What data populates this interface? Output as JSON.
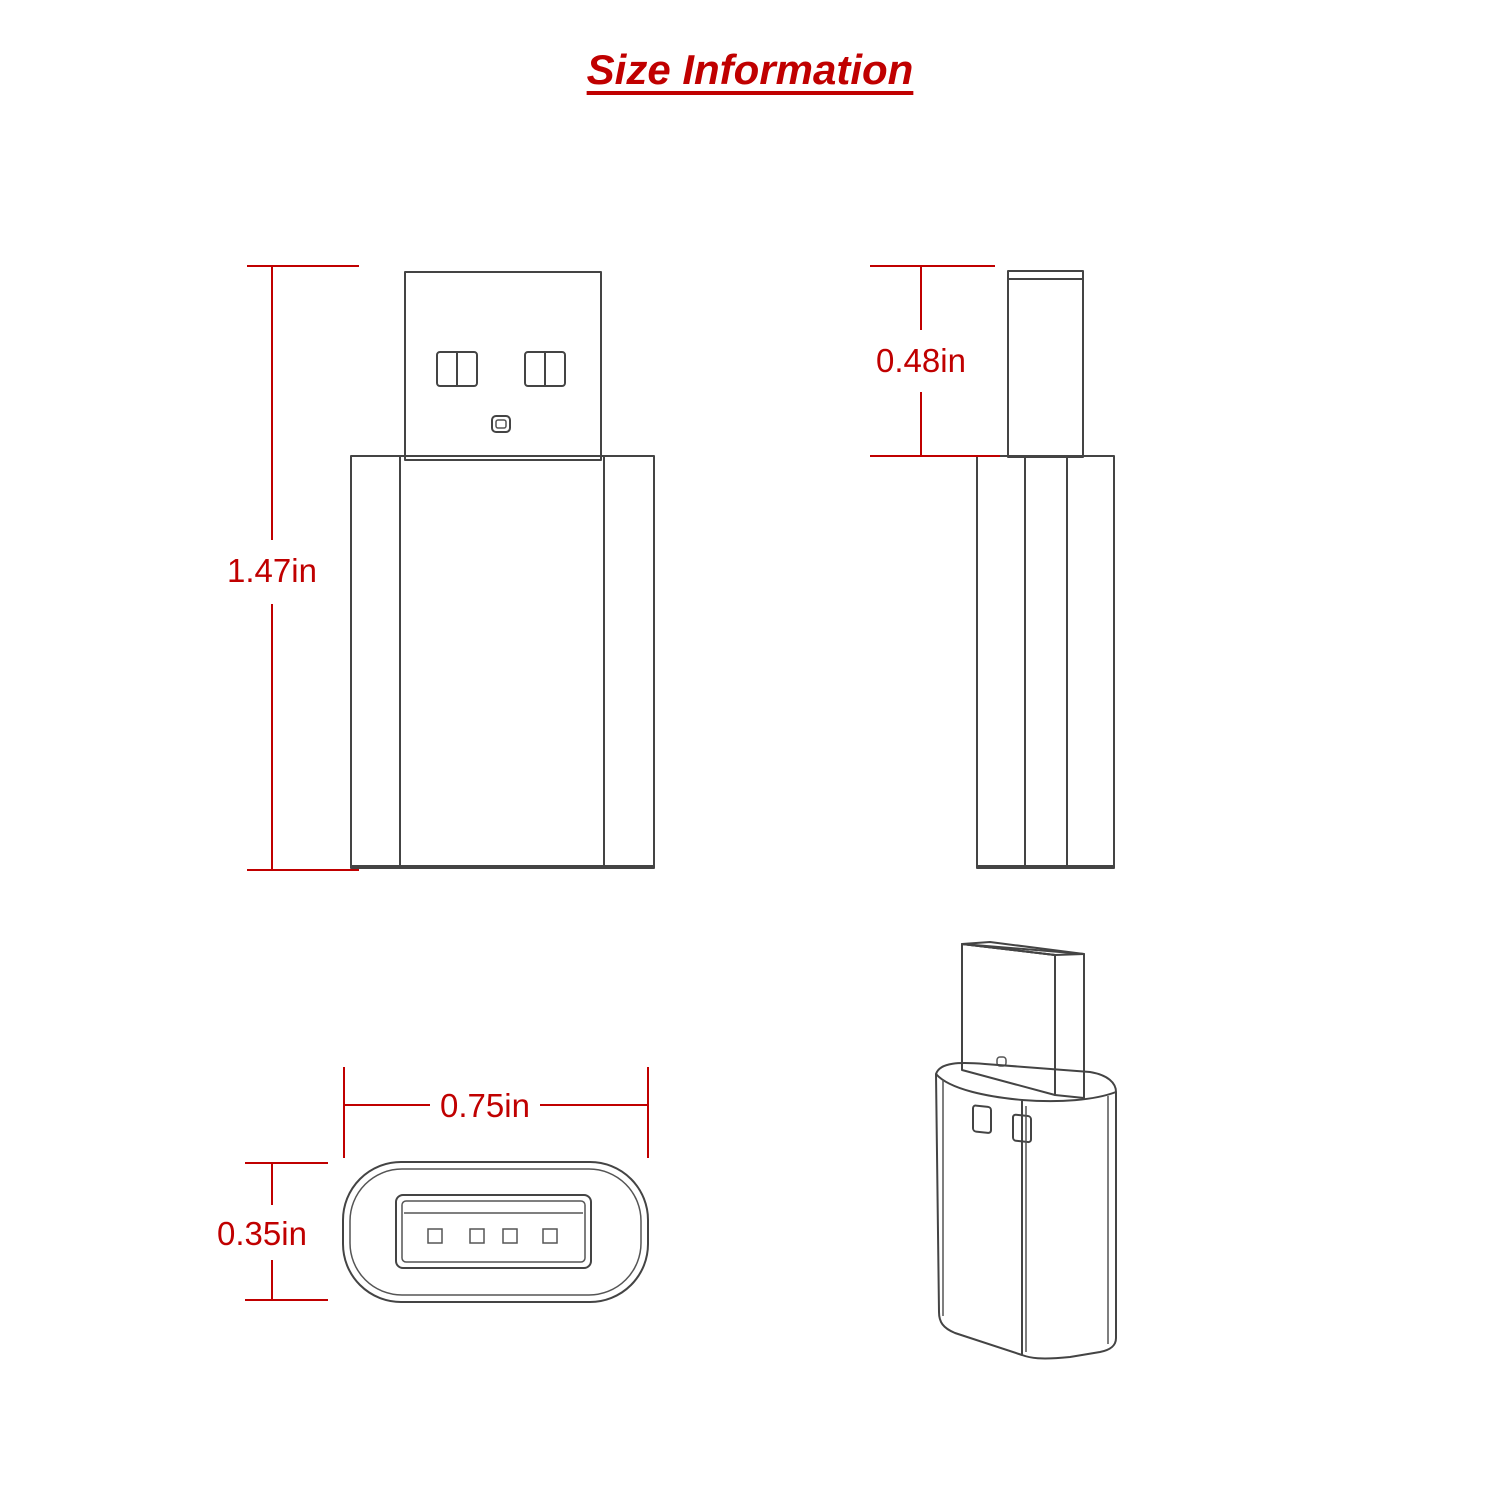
{
  "title": "Size Information",
  "colors": {
    "accent": "#c00000",
    "outline": "#444444"
  },
  "dimensions": {
    "total_length": "1.47in",
    "plug_length": "0.48in",
    "width": "0.75in",
    "thickness": "0.35in"
  }
}
